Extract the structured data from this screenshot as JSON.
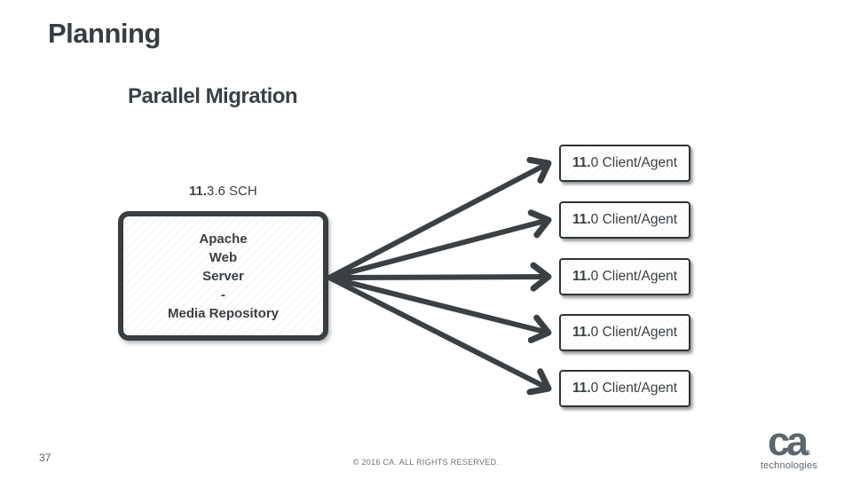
{
  "slide": {
    "title": "Planning",
    "subtitle": "Parallel Migration",
    "page_number": "37",
    "copyright": "© 2016 CA. ALL RIGHTS RESERVED."
  },
  "logo": {
    "brand": "ca",
    "registered": "®",
    "sub": "technologies",
    "color": "#5c666e"
  },
  "diagram": {
    "source": {
      "version_bold": "11.",
      "version_rest": "3.6 SCH",
      "lines": [
        "Apache",
        "Web",
        "Server",
        "-",
        "Media Repository"
      ]
    },
    "targets": [
      {
        "version_bold": "11.",
        "label_rest": "0 Client/Agent"
      },
      {
        "version_bold": "11.",
        "label_rest": "0 Client/Agent"
      },
      {
        "version_bold": "11.",
        "label_rest": "0 Client/Agent"
      },
      {
        "version_bold": "11.",
        "label_rest": "0 Client/Agent"
      },
      {
        "version_bold": "11.",
        "label_rest": "0 Client/Agent"
      }
    ]
  },
  "colors": {
    "ink": "#3b4044",
    "footer_gray": "#6b747b",
    "logo_gray": "#5c666e"
  }
}
